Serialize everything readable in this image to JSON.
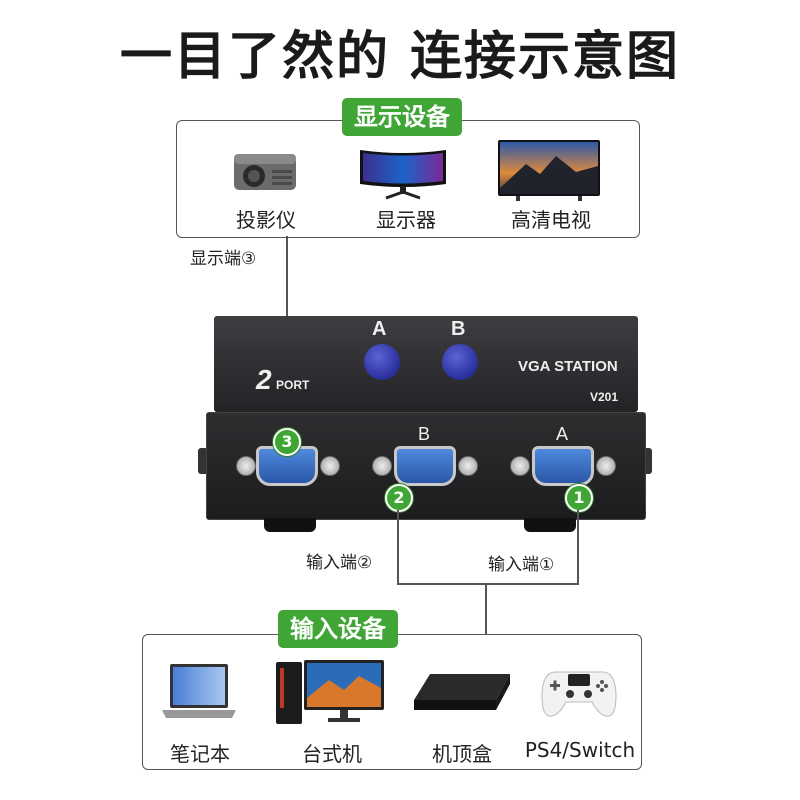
{
  "title": "一目了然的 连接示意图",
  "display": {
    "tag": "显示设备",
    "items": [
      {
        "label": "投影仪",
        "icon": "projector-icon"
      },
      {
        "label": "显示器",
        "icon": "monitor-icon"
      },
      {
        "label": "高清电视",
        "icon": "tv-icon"
      }
    ],
    "port_label": "显示端③"
  },
  "switch": {
    "button_a": "A",
    "button_b": "B",
    "brand_num": "2",
    "brand_port": "PORT",
    "model_name": "VGA STATION",
    "model_code": "V201",
    "port_b_label": "B",
    "port_a_label": "A",
    "num_3": "3",
    "num_2": "2",
    "num_1": "1"
  },
  "input": {
    "port2_label": "输入端②",
    "port1_label": "输入端①",
    "tag": "输入设备",
    "items": [
      {
        "label": "笔记本",
        "icon": "laptop-icon"
      },
      {
        "label": "台式机",
        "icon": "desktop-icon"
      },
      {
        "label": "机顶盒",
        "icon": "settop-box-icon"
      },
      {
        "label": "PS4/Switch",
        "icon": "gamepad-icon"
      }
    ]
  }
}
